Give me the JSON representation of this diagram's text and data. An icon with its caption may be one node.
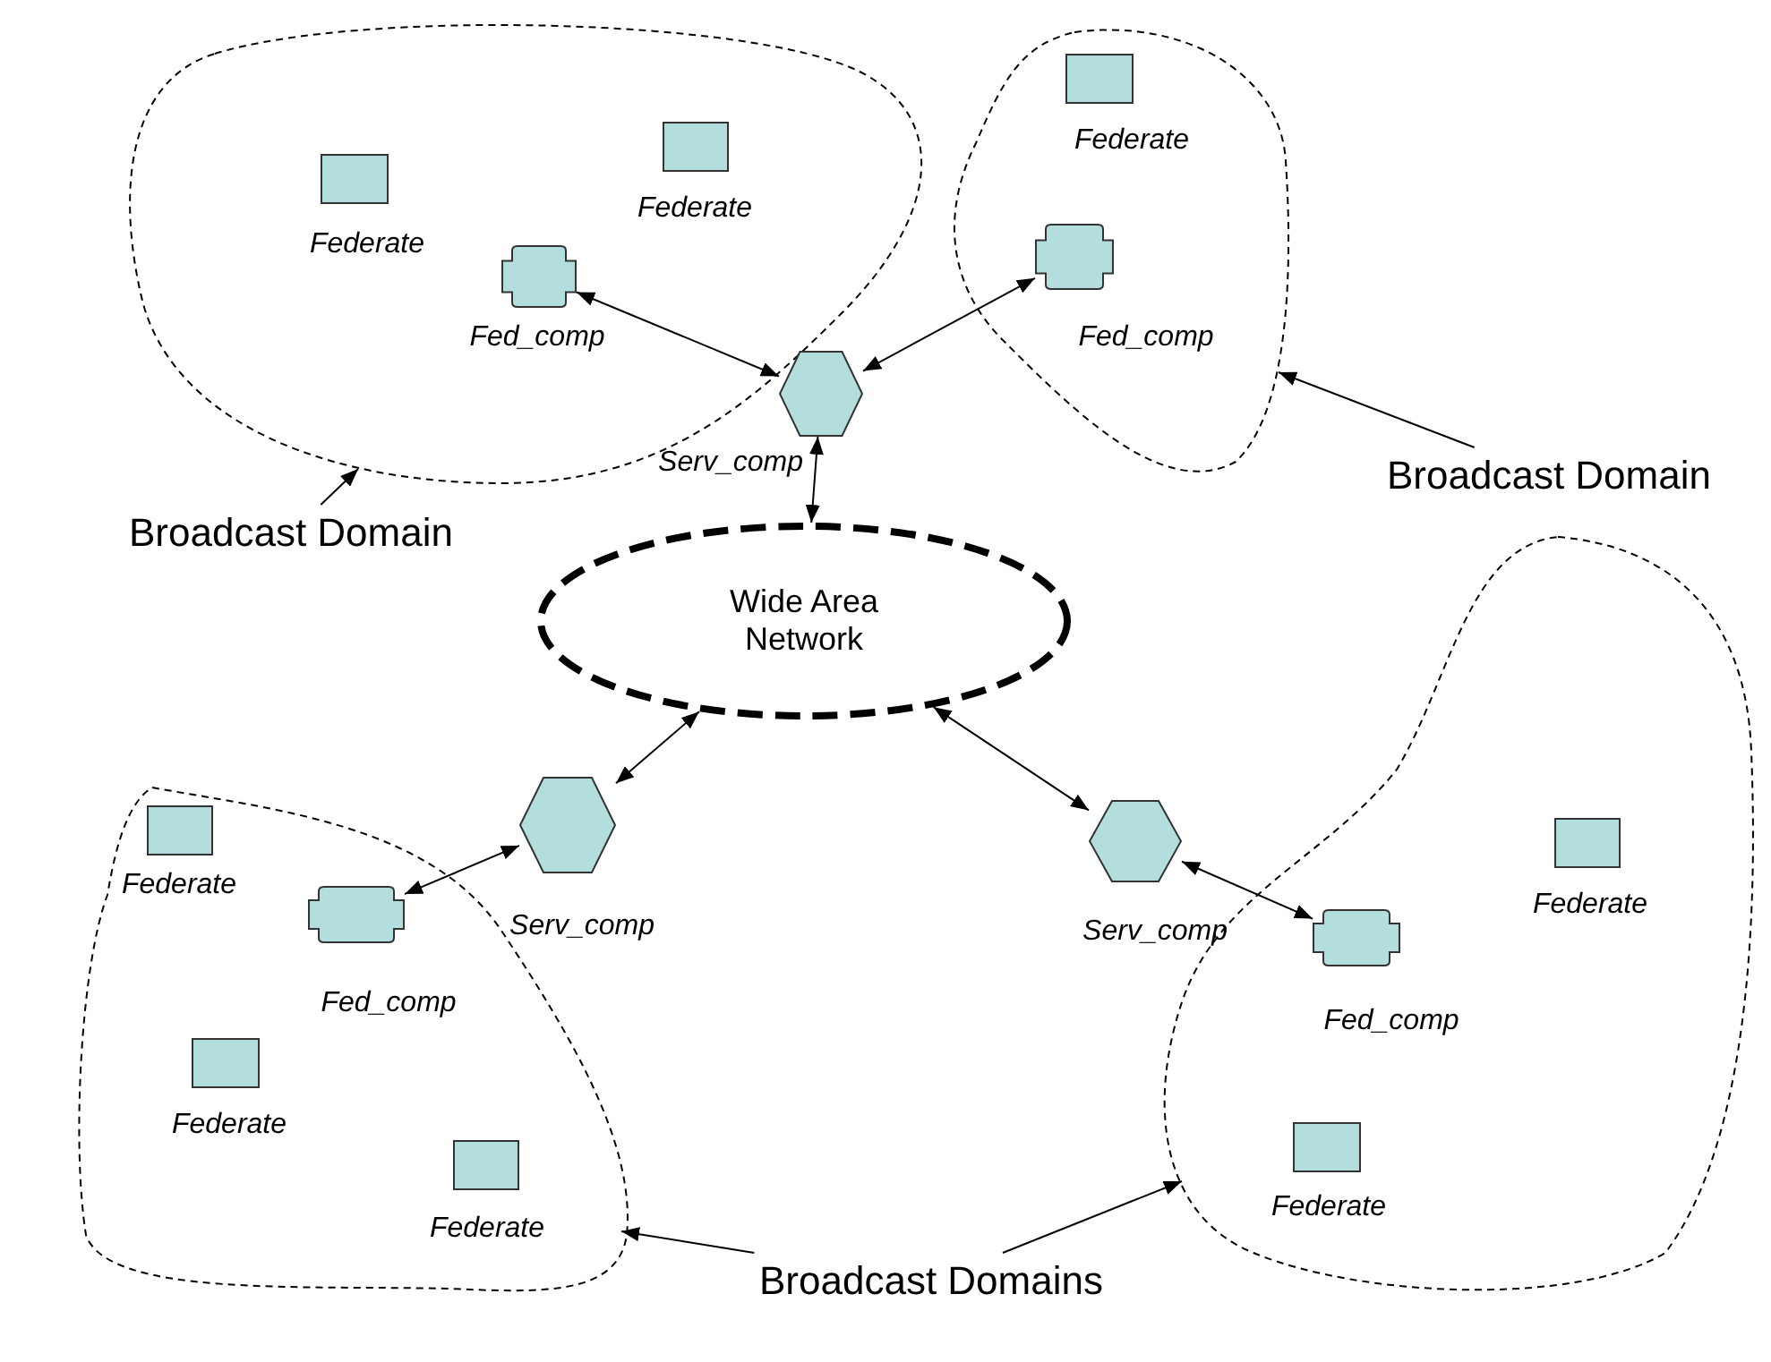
{
  "diagram": {
    "nodes": [
      {
        "text": [],
        "shape": "region"
      },
      {
        "text": [],
        "shape": "box",
        "beside": [
          "Federate"
        ],
        "in": 0
      },
      {
        "text": [],
        "shape": "box",
        "beside": [
          "Federate"
        ],
        "in": 0
      },
      {
        "text": [],
        "shape": "plus",
        "beside": [
          "Fed_comp"
        ],
        "in": 0
      },
      {
        "text": [],
        "shape": "region"
      },
      {
        "text": [],
        "shape": "box",
        "beside": [
          "Federate"
        ],
        "in": 4
      },
      {
        "text": [],
        "shape": "plus",
        "beside": [
          "Fed_comp"
        ],
        "in": 4
      },
      {
        "text": [],
        "shape": "hexagon",
        "beside": [
          "Serv_comp"
        ]
      },
      {
        "text": [
          "Broadcast Domain"
        ]
      },
      {
        "text": [
          "Broadcast Domain"
        ]
      },
      {
        "text": [
          "Wide Area Network"
        ]
      },
      {
        "text": [],
        "shape": "region"
      },
      {
        "text": [],
        "shape": "box",
        "beside": [
          "Federate"
        ],
        "in": 11
      },
      {
        "text": [],
        "shape": "plus",
        "beside": [
          "Fed_comp"
        ],
        "in": 11
      },
      {
        "text": [],
        "shape": "box",
        "beside": [
          "Federate"
        ],
        "in": 11
      },
      {
        "text": [],
        "shape": "box",
        "beside": [
          "Federate"
        ],
        "in": 11
      },
      {
        "text": [],
        "shape": "hexagon",
        "beside": [
          "Serv_comp"
        ]
      },
      {
        "text": [],
        "shape": "hexagon",
        "beside": [
          "Serv_comp"
        ]
      },
      {
        "text": [],
        "shape": "region"
      },
      {
        "text": [],
        "shape": "box",
        "beside": [
          "Federate"
        ],
        "in": 18
      },
      {
        "text": [],
        "shape": "plus",
        "beside": [
          "Fed_comp"
        ],
        "in": 18
      },
      {
        "text": [],
        "shape": "box",
        "beside": [
          "Federate"
        ],
        "in": 18
      },
      {
        "text": [
          "Broadcast Domains"
        ]
      }
    ],
    "edges": [
      {
        "from": 3,
        "to": 7,
        "arrow": "both"
      },
      {
        "from": 6,
        "to": 7,
        "arrow": "both"
      },
      {
        "from": 7,
        "to": 10,
        "arrow": "both"
      },
      {
        "from": 16,
        "to": 13,
        "arrow": "both"
      },
      {
        "from": 16,
        "to": 10,
        "arrow": "both"
      },
      {
        "from": 10,
        "to": 17,
        "arrow": "both"
      },
      {
        "from": 17,
        "to": 20,
        "arrow": "both"
      },
      {
        "from": 8,
        "to": 0,
        "arrow": "to"
      },
      {
        "from": 9,
        "to": 4,
        "arrow": "to"
      },
      {
        "from": 22,
        "to": 11,
        "arrow": "to"
      },
      {
        "from": 22,
        "to": 18,
        "arrow": "to"
      }
    ]
  }
}
